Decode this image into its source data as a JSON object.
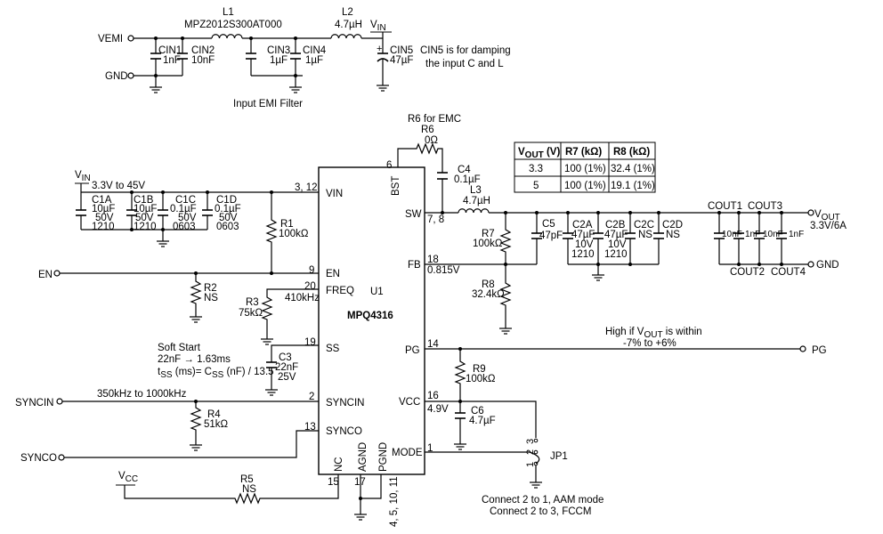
{
  "emi": {
    "vemi": "VEMI",
    "gnd": "GND",
    "l1": "L1",
    "l1_part": "MPZ2012S300AT000",
    "l2": "L2",
    "l2_val": "4.7µH",
    "vin": "V",
    "vin_sub": "IN",
    "cin1": "CIN1",
    "cin1_val": "1nF",
    "cin2": "CIN2",
    "cin2_val": "10nF",
    "cin3": "CIN3",
    "cin3_val": "1µF",
    "cin4": "CIN4",
    "cin4_val": "1µF",
    "cin5": "CIN5",
    "cin5_val": "47µF",
    "note1": "CIN5 is for damping",
    "note2": "the input C and L",
    "title": "Input EMI Filter"
  },
  "input": {
    "vin": "V",
    "vin_sub": "IN",
    "range": "3.3V to 45V",
    "c1a": [
      "C1A",
      "10µF",
      "50V",
      "1210"
    ],
    "c1b": [
      "C1B",
      "10µF",
      "50V",
      "1210"
    ],
    "c1c": [
      "C1C",
      "0.1µF",
      "50V",
      "0603"
    ],
    "c1d": [
      "C1D",
      "0.1µF",
      "50V",
      "0603"
    ],
    "r1": "R1",
    "r1_val": "100kΩ",
    "en": "EN",
    "r2": "R2",
    "r2_val": "NS",
    "r3": "R3",
    "r3_val": "75kΩ",
    "freq_val": "410kHz",
    "ss_title": "Soft Start",
    "ss_line2": "22nF → 1.63ms",
    "ss_f1": "t",
    "ss_f1_sub": "SS",
    "ss_f2": " (ms)= C",
    "ss_f2_sub": "SS",
    "ss_f3": " (nF) / 13.5",
    "c3": "C3",
    "c3_val": "22nF",
    "c3_v": "25V",
    "syncin": "SYNCIN",
    "sync_range": "350kHz to 1000kHz",
    "r4": "R4",
    "r4_val": "51kΩ",
    "synco": "SYNCO",
    "vcc": "V",
    "vcc_sub": "CC",
    "r5": "R5",
    "r5_val": "NS"
  },
  "ic": {
    "name": "MPQ4316",
    "ref": "U1",
    "pins": {
      "vin": "VIN",
      "en": "EN",
      "freq": "FREQ",
      "ss": "SS",
      "syncin": "SYNCIN",
      "synco": "SYNCO",
      "nc": "NC",
      "agnd": "AGND",
      "pgnd": "PGND",
      "bst": "BST",
      "sw": "SW",
      "fb": "FB",
      "pg": "PG",
      "vcc": "VCC",
      "mode": "MODE"
    },
    "nums": {
      "vin": "3, 12",
      "en": "9",
      "freq": "20",
      "ss": "19",
      "syncin": "2",
      "synco": "13",
      "nc": "15",
      "agnd": "17",
      "pgnd": "4, 5, 10, 11",
      "bst": "6",
      "sw": "7, 8",
      "fb": "18",
      "pg": "14",
      "vcc": "16",
      "mode": "1"
    }
  },
  "output": {
    "r6_note": "R6 for EMC",
    "r6": "R6",
    "r6_val": "0Ω",
    "c4": "C4",
    "c4_val": "0.1µF",
    "l3": "L3",
    "l3_val": "4.7µH",
    "r7": "R7",
    "r7_val": "100kΩ",
    "fb_v": "0.815V",
    "r8": "R8",
    "r8_val": "32.4kΩ",
    "c5": "C5",
    "c5_val": "47pF",
    "c2a": [
      "C2A",
      "47µF",
      "10V",
      "1210"
    ],
    "c2b": [
      "C2B",
      "47µF",
      "10V",
      "1210"
    ],
    "c2c": [
      "C2C",
      "NS"
    ],
    "c2d": [
      "C2D",
      "NS"
    ],
    "cout1": "COUT1",
    "cout2": "COUT2",
    "cout3": "COUT3",
    "cout4": "COUT4",
    "cout1_val": "10nF",
    "cout2_val": "1nF",
    "cout3_val": "10nF",
    "cout4_val": "1nF",
    "vout": "V",
    "vout_sub": "OUT",
    "vout_val": "3.3V/6A",
    "gnd": "GND",
    "pg_note1a": "High if V",
    "pg_note1_sub": "OUT",
    "pg_note1b": " is within",
    "pg_note2": "-7% to +6%",
    "pg": "PG",
    "r9": "R9",
    "r9_val": "100kΩ",
    "vcc_v": "4.9V",
    "c6": "C6",
    "c6_val": "4.7µF",
    "jp1": "JP1",
    "jp_pin3": "3",
    "jp_pin2": "2",
    "jp_pin1": "1",
    "mode_note1": "Connect 2 to 1, AAM mode",
    "mode_note2": "Connect 2 to 3, FCCM"
  },
  "table": {
    "headers": [
      "V",
      "R7 (kΩ)",
      "R8 (kΩ)"
    ],
    "header0_sub": "OUT",
    "header0_tail": " (V)",
    "rows": [
      [
        "3.3",
        "100 (1%)",
        "32.4 (1%)"
      ],
      [
        "5",
        "100 (1%)",
        "19.1 (1%)"
      ]
    ]
  }
}
